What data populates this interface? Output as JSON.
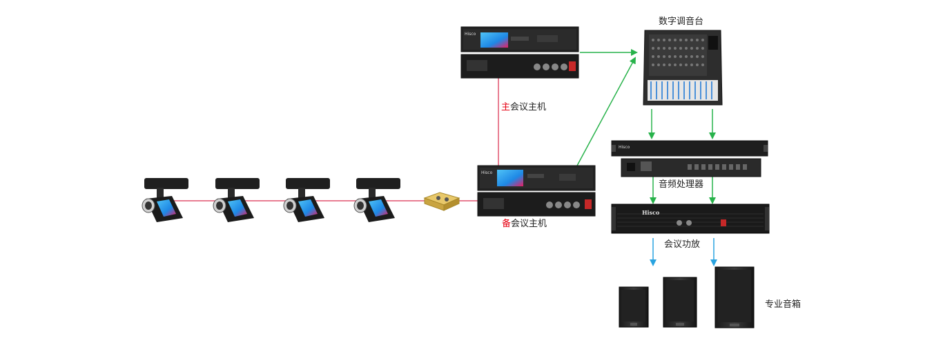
{
  "labels": {
    "mixer": "数字调音台",
    "main_host_prefix": "主",
    "main_host_suffix": "会议主机",
    "backup_host_prefix": "备",
    "backup_host_suffix": "会议主机",
    "processor": "音频处理器",
    "amplifier": "会议功放",
    "speakers": "专业音箱"
  },
  "brand": "Hisco",
  "colors": {
    "daisy_chain": "#e0526e",
    "host_link": "#e0526e",
    "audio_link": "#27b24a",
    "speaker_link": "#29a3e0",
    "label_accent": "#e60012"
  }
}
